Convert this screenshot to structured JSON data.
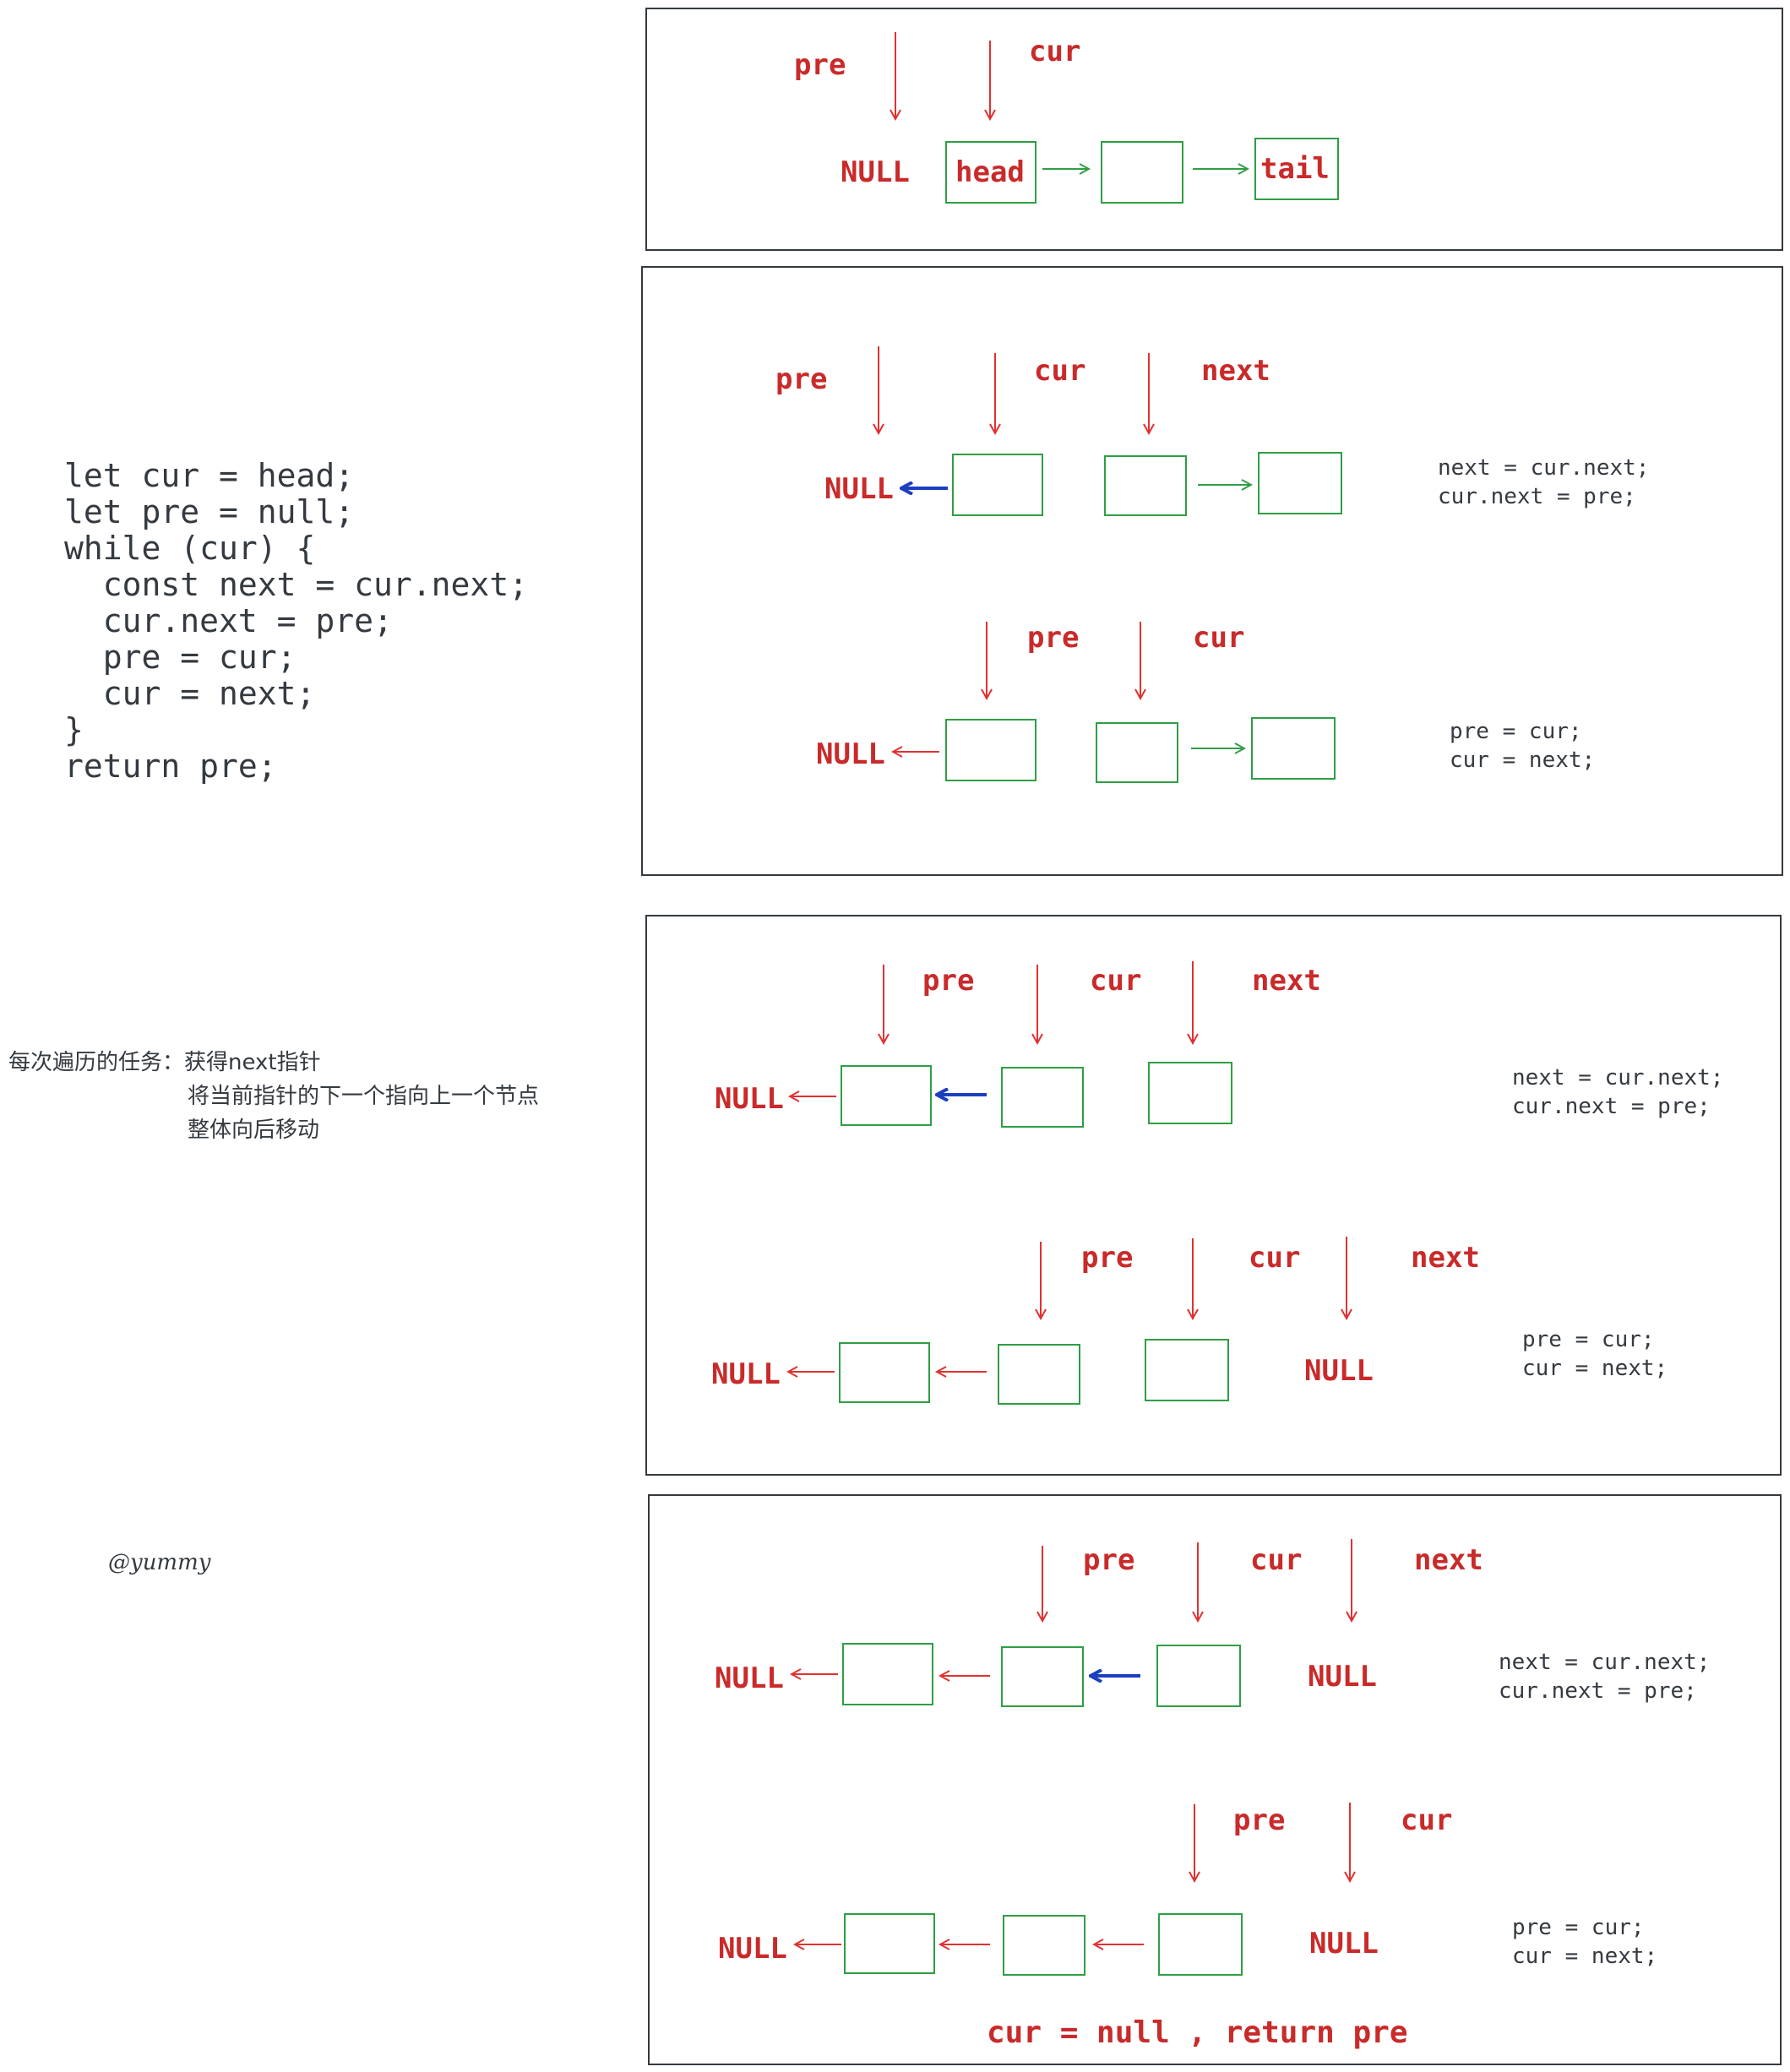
{
  "colors": {
    "label": "#c92a2a",
    "node_stroke": "#2f9e44",
    "next_arrow": "#2f9e44",
    "reversed_arrow": "#e03131",
    "current_flip_arrow": "#1c3fbf",
    "frame": "#343a40",
    "text": "#343a40"
  },
  "code_lines": [
    "let cur = head;",
    "let pre = null;",
    "while (cur) {",
    "  const next = cur.next;",
    "  cur.next = pre;",
    "  pre = cur;",
    "  cur = next;",
    "}",
    "return pre;"
  ],
  "note_lines": [
    "每次遍历的任务：获得next指针",
    "将当前指针的下一个指向上一个节点",
    "整体向后移动"
  ],
  "signature": "@yummy",
  "labels": {
    "pre": "pre",
    "cur": "cur",
    "next": "next",
    "null": "NULL",
    "head": "head",
    "tail": "tail"
  },
  "step_code": {
    "a": [
      "next = cur.next;",
      "cur.next = pre;"
    ],
    "b": [
      "pre = cur;",
      "cur = next;"
    ]
  },
  "final_text": "cur = null , return pre",
  "icons": [
    "pointer-arrow-icon",
    "link-arrow-icon"
  ]
}
